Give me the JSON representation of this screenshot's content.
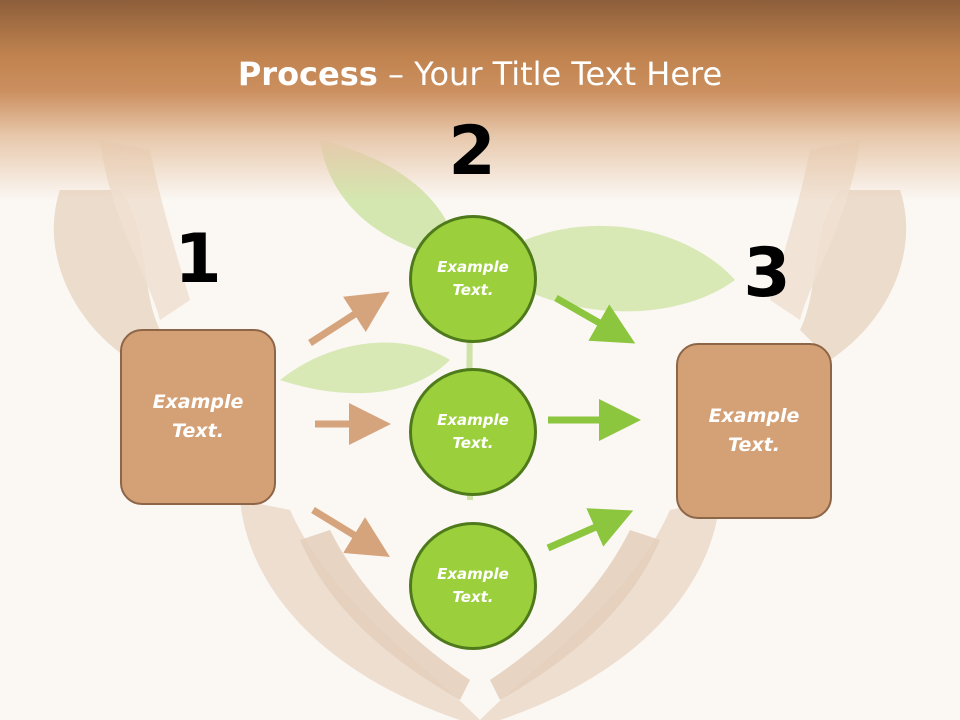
{
  "slide": {
    "title_bold": "Process",
    "title_rest": " – Your Title Text Here"
  },
  "steps": [
    {
      "number": "1",
      "text_line1": "Example",
      "text_line2": "Text."
    },
    {
      "number": "2",
      "text_line1": "Example",
      "text_line2": "Text."
    },
    {
      "number": "3",
      "text_line1": "Example",
      "text_line2": "Text."
    }
  ],
  "circles": [
    {
      "text_line1": "Example",
      "text_line2": "Text."
    },
    {
      "text_line1": "Example",
      "text_line2": "Text."
    },
    {
      "text_line1": "Example",
      "text_line2": "Text."
    }
  ],
  "colors": {
    "header": "#c0834f",
    "box_fill": "#d4a076",
    "box_border": "#8d6547",
    "circle_fill": "#9ccf3c",
    "circle_border": "#4f7a1c",
    "arrow_brown": "#d6a47c",
    "arrow_green": "#8cc63f"
  }
}
